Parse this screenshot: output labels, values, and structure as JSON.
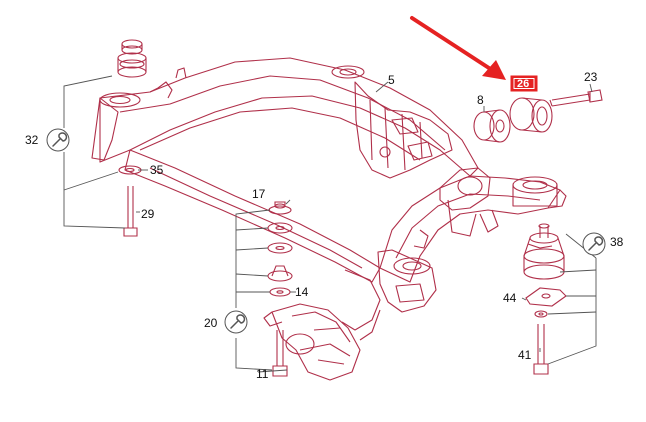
{
  "callouts": {
    "c5": "5",
    "c8": "8",
    "c11": "11",
    "c14": "14",
    "c17": "17",
    "c20": "20",
    "c23": "23",
    "c26": "26",
    "c29": "29",
    "c32": "32",
    "c35": "35",
    "c38": "38",
    "c41": "41",
    "c44": "44"
  },
  "colors": {
    "line": "#b0304a",
    "bracket": "#555555",
    "arrow": "#e52222",
    "highlight_box": "#e52222"
  },
  "highlight": {
    "part": "26",
    "icon": "red-arrow-icon"
  },
  "icons": {
    "torque": "wrench-torque-icon"
  }
}
